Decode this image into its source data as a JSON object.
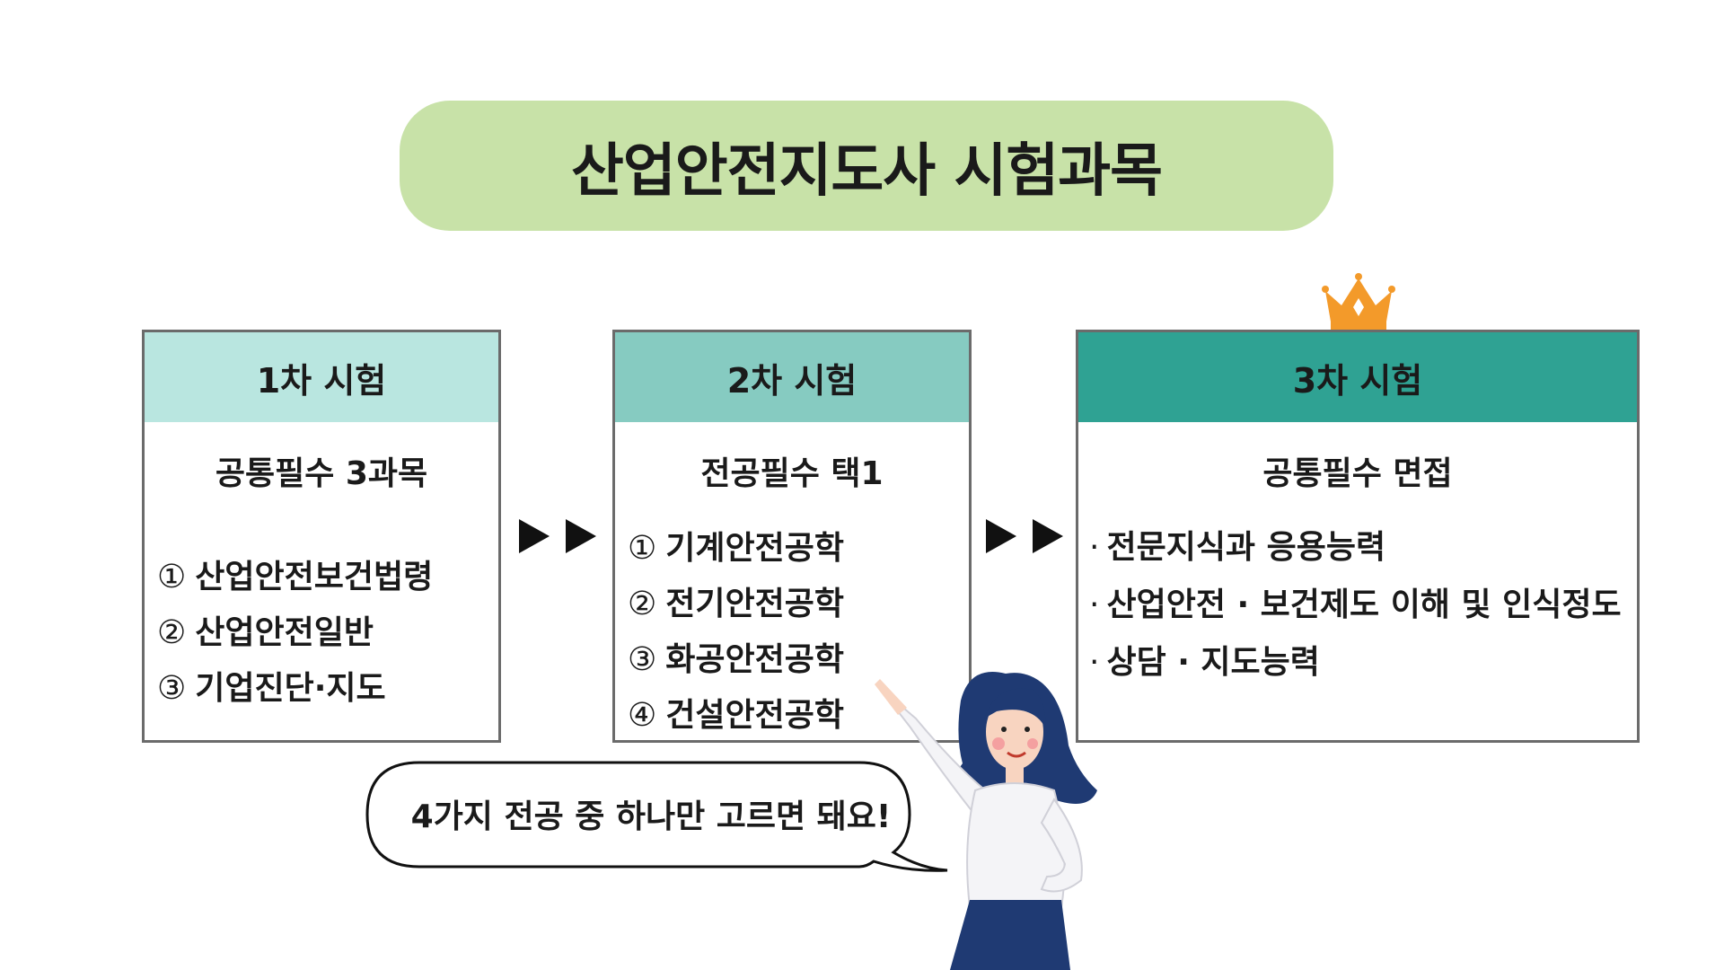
{
  "title": "산업안전지도사 시험과목",
  "colors": {
    "title_bg": "#c8e2a8",
    "stage1_header": "#b9e6e0",
    "stage2_header": "#86cbc1",
    "stage3_header": "#2fa293",
    "crown": "#f39a2a",
    "arrow": "#111111"
  },
  "stages": [
    {
      "header": "1차 시험",
      "subtitle": "공통필수 3과목",
      "items": [
        {
          "num": "①",
          "text": "산업안전보건법령"
        },
        {
          "num": "②",
          "text": "산업안전일반"
        },
        {
          "num": "③",
          "text": "기업진단·지도"
        }
      ]
    },
    {
      "header": "2차 시험",
      "subtitle": "전공필수 택1",
      "items": [
        {
          "num": "①",
          "text": "기계안전공학"
        },
        {
          "num": "②",
          "text": "전기안전공학"
        },
        {
          "num": "③",
          "text": "화공안전공학"
        },
        {
          "num": "④",
          "text": "건설안전공학"
        }
      ]
    },
    {
      "header": "3차 시험",
      "subtitle": "공통필수 면접",
      "items": [
        {
          "num": "·",
          "text": "전문지식과 응용능력"
        },
        {
          "num": "·",
          "text": "산업안전 · 보건제도 이해 및 인식정도"
        },
        {
          "num": "·",
          "text": "상담 · 지도능력"
        }
      ]
    }
  ],
  "speech_bubble": "4가지 전공 중 하나만 고르면 돼요!",
  "icons": [
    "crown-icon",
    "arrow-right-icon",
    "woman-pointing-illustration"
  ]
}
